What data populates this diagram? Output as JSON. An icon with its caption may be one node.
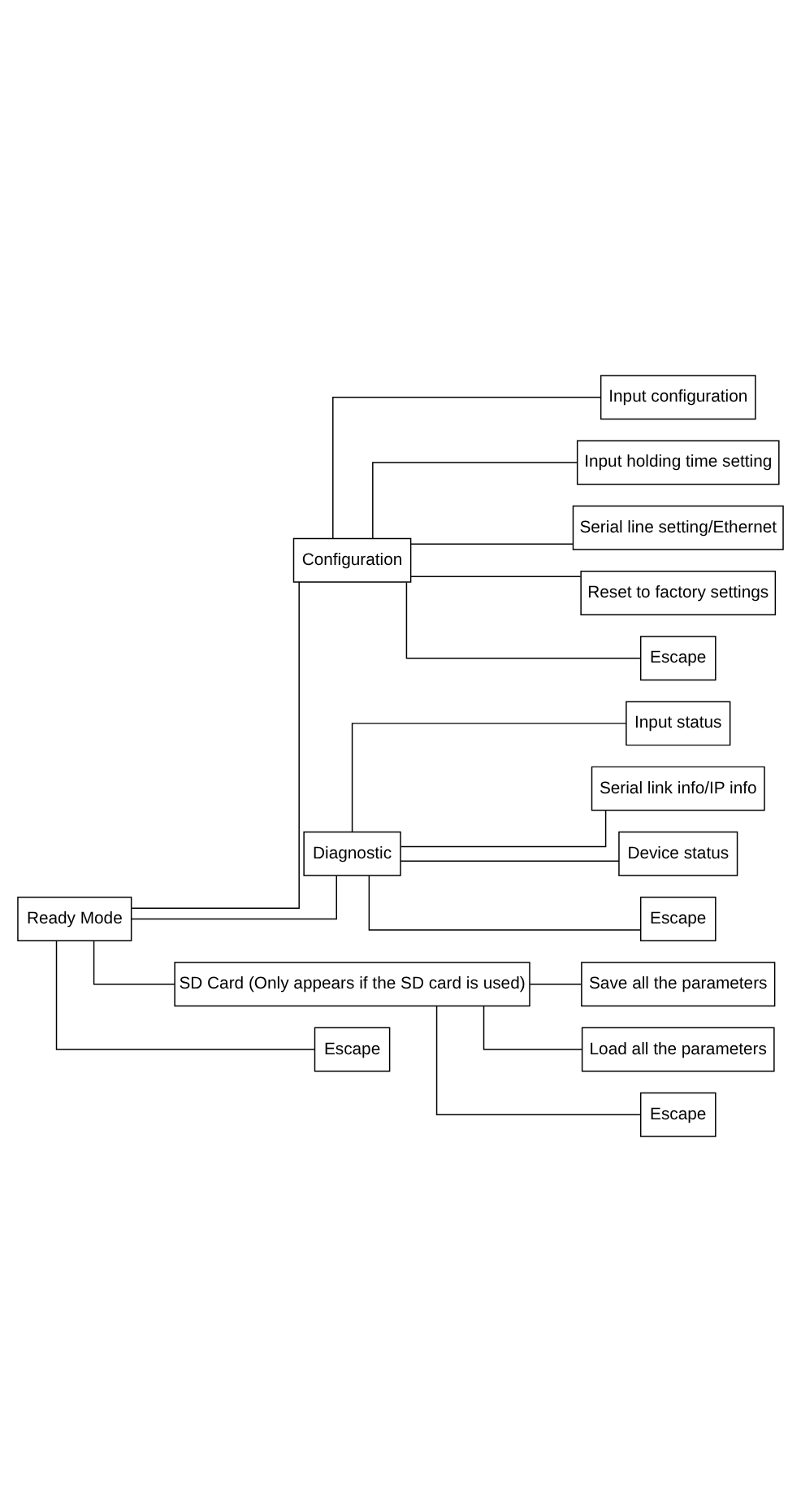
{
  "diagram": {
    "nodes": [
      {
        "text": [
          "Ready Mode"
        ]
      },
      {
        "text": [
          "Configuration"
        ]
      },
      {
        "text": [
          "Input configuration"
        ]
      },
      {
        "text": [
          "Input holding time setting"
        ]
      },
      {
        "text": [
          "Serial line setting/Ethernet"
        ]
      },
      {
        "text": [
          "Reset to factory settings"
        ]
      },
      {
        "text": [
          "Escape"
        ]
      },
      {
        "text": [
          "Diagnostic"
        ]
      },
      {
        "text": [
          "Input status"
        ]
      },
      {
        "text": [
          "Serial link info/IP info"
        ]
      },
      {
        "text": [
          "Device status"
        ]
      },
      {
        "text": [
          "Escape"
        ]
      },
      {
        "text": [
          "SD Card (Only appears if the SD card is used)"
        ]
      },
      {
        "text": [
          "Save all the parameters"
        ]
      },
      {
        "text": [
          "Load all the parameters"
        ]
      },
      {
        "text": [
          "Escape"
        ]
      },
      {
        "text": [
          "Escape"
        ]
      }
    ],
    "edges": [
      {
        "from": 0,
        "to": 1,
        "arrow": "none"
      },
      {
        "from": 1,
        "to": 2,
        "arrow": "none"
      },
      {
        "from": 1,
        "to": 3,
        "arrow": "none"
      },
      {
        "from": 1,
        "to": 4,
        "arrow": "none"
      },
      {
        "from": 1,
        "to": 5,
        "arrow": "none"
      },
      {
        "from": 1,
        "to": 6,
        "arrow": "none"
      },
      {
        "from": 0,
        "to": 7,
        "arrow": "none"
      },
      {
        "from": 7,
        "to": 8,
        "arrow": "none"
      },
      {
        "from": 7,
        "to": 9,
        "arrow": "none"
      },
      {
        "from": 7,
        "to": 10,
        "arrow": "none"
      },
      {
        "from": 7,
        "to": 11,
        "arrow": "none"
      },
      {
        "from": 0,
        "to": 12,
        "arrow": "none"
      },
      {
        "from": 12,
        "to": 13,
        "arrow": "none"
      },
      {
        "from": 12,
        "to": 14,
        "arrow": "none"
      },
      {
        "from": 12,
        "to": 15,
        "arrow": "none"
      },
      {
        "from": 0,
        "to": 16,
        "arrow": "none"
      }
    ]
  }
}
